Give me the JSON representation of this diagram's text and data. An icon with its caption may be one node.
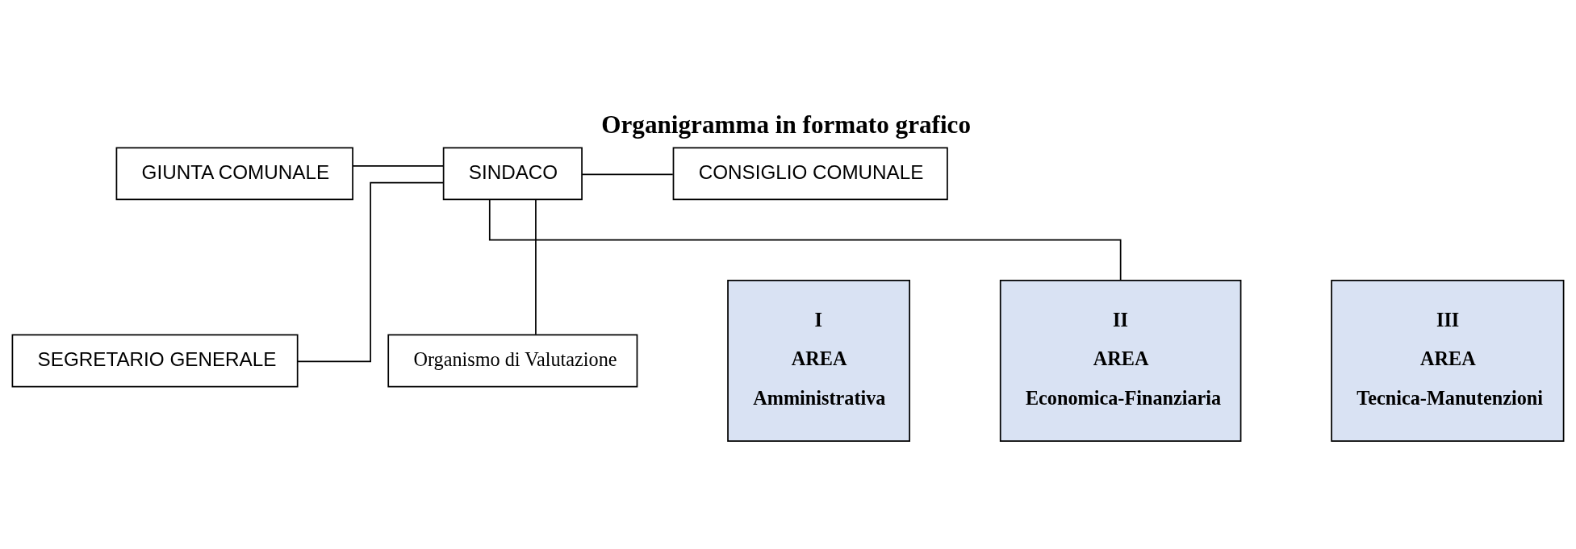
{
  "diagram": {
    "title": "Organigramma in formato grafico",
    "nodes": [
      {
        "text": [
          "GIUNTA COMUNALE"
        ]
      },
      {
        "text": [
          "SINDACO"
        ]
      },
      {
        "text": [
          "CONSIGLIO COMUNALE"
        ]
      },
      {
        "text": [
          "SEGRETARIO GENERALE"
        ]
      },
      {
        "text": [
          "Organismo di Valutazione"
        ]
      },
      {
        "text": [
          "I",
          "AREA",
          "Amministrativa"
        ]
      },
      {
        "text": [
          "II",
          "AREA",
          "Economica-Finanziaria"
        ]
      },
      {
        "text": [
          "III",
          "AREA",
          "Tecnica-Manutenzioni"
        ]
      }
    ],
    "edges": [
      {
        "from": 0,
        "to": 1,
        "arrow": "none"
      },
      {
        "from": 1,
        "to": 2,
        "arrow": "none"
      },
      {
        "from": 1,
        "to": 3,
        "arrow": "none"
      },
      {
        "from": 1,
        "to": 4,
        "arrow": "none"
      },
      {
        "from": 1,
        "to": 6,
        "arrow": "none"
      }
    ]
  }
}
